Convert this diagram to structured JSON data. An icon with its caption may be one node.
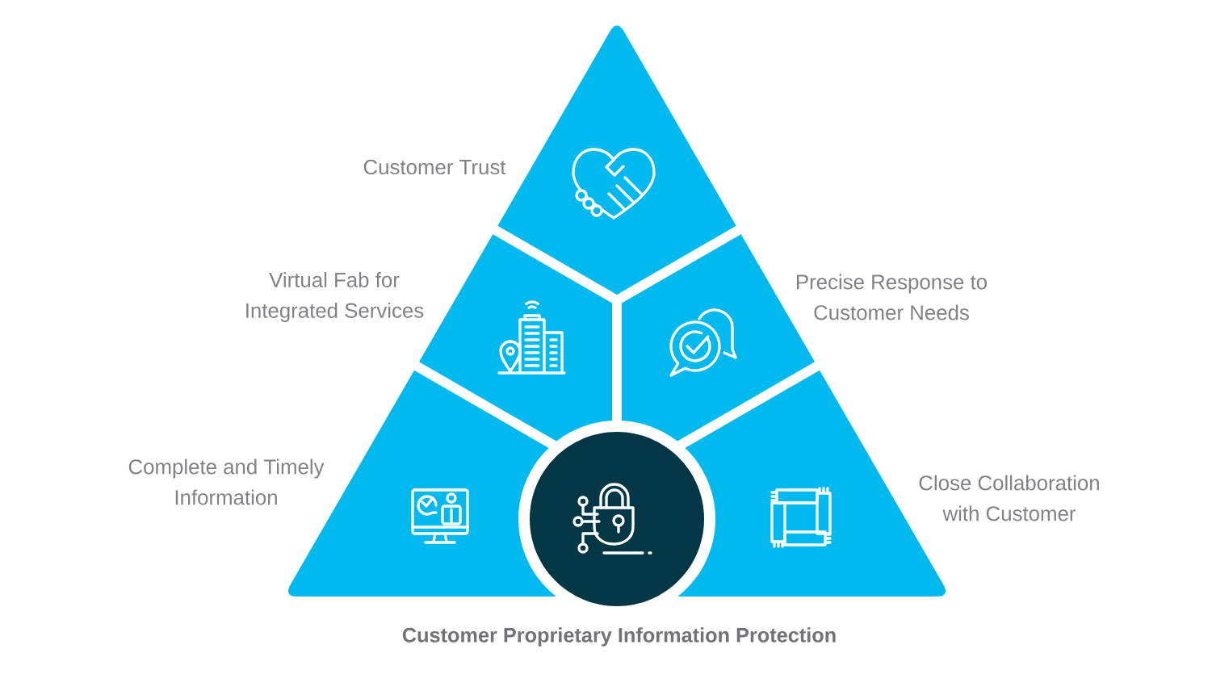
{
  "diagram": {
    "nodes": [
      {
        "text": [
          "Customer Trust"
        ]
      },
      {
        "text": [
          "Virtual Fab for Integrated Services"
        ]
      },
      {
        "text": [
          "Precise Response to Customer Needs"
        ]
      },
      {
        "text": [
          "Complete and Timely Information"
        ]
      },
      {
        "text": [
          "Close Collaboration with Customer"
        ]
      },
      {
        "text": [
          "Customer Proprietary Information Protection"
        ]
      }
    ]
  }
}
